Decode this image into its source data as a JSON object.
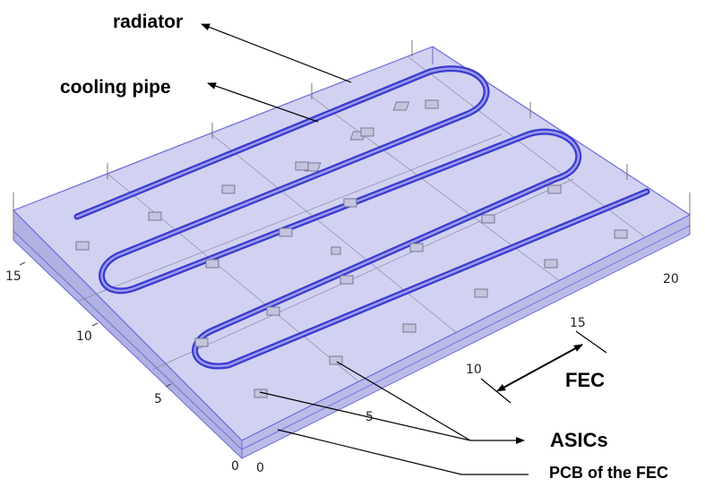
{
  "labels": {
    "radiator": "radiator",
    "cooling_pipe": "cooling pipe",
    "fec": "FEC",
    "asics": "ASICs",
    "pcb": "PCB of the FEC"
  },
  "axis_ticks": {
    "left": [
      "15",
      "10",
      "5",
      "0"
    ],
    "front": [
      "0",
      "5",
      "10",
      "15",
      "20"
    ]
  },
  "colors": {
    "radiator_face": "#b8b8e6",
    "radiator_top": "#c9c9ee",
    "edge": "#6a6ad8",
    "pipe": "#3a3ad0",
    "asic": "#8888aa",
    "grid": "#8a8aa8"
  }
}
